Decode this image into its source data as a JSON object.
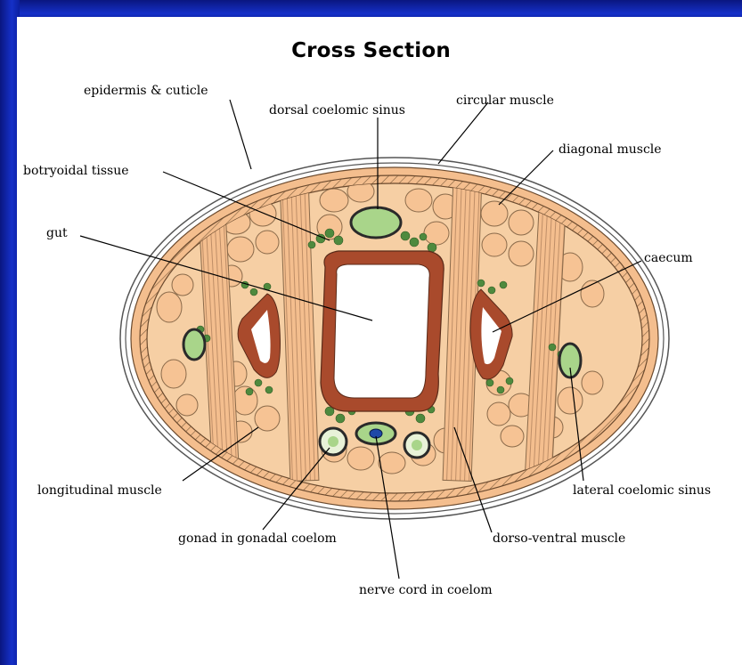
{
  "title": "Cross Section",
  "labels": {
    "epidermis": "epidermis & cuticle",
    "dorsal_sinus": "dorsal coelomic sinus",
    "circular_muscle": "circular muscle",
    "diagonal_muscle": "diagonal muscle",
    "botryoidal": "botryoidal tissue",
    "gut": "gut",
    "caecum": "caecum",
    "longitudinal": "longitudinal muscle",
    "lateral_sinus": "lateral coelomic sinus",
    "gonad": "gonad in gonadal coelom",
    "dorso_ventral": "dorso-ventral muscle",
    "nerve_cord": "nerve cord in coelom"
  },
  "colors": {
    "slide_background": "#0b1f9e",
    "muscle": "#f4be8e",
    "gut_wall": "#a94a2c",
    "coelomic_sinus": "#a9d58a",
    "botryoidal_tissue": "#4f8a3e",
    "nerve_cord": "#1f49a8"
  }
}
